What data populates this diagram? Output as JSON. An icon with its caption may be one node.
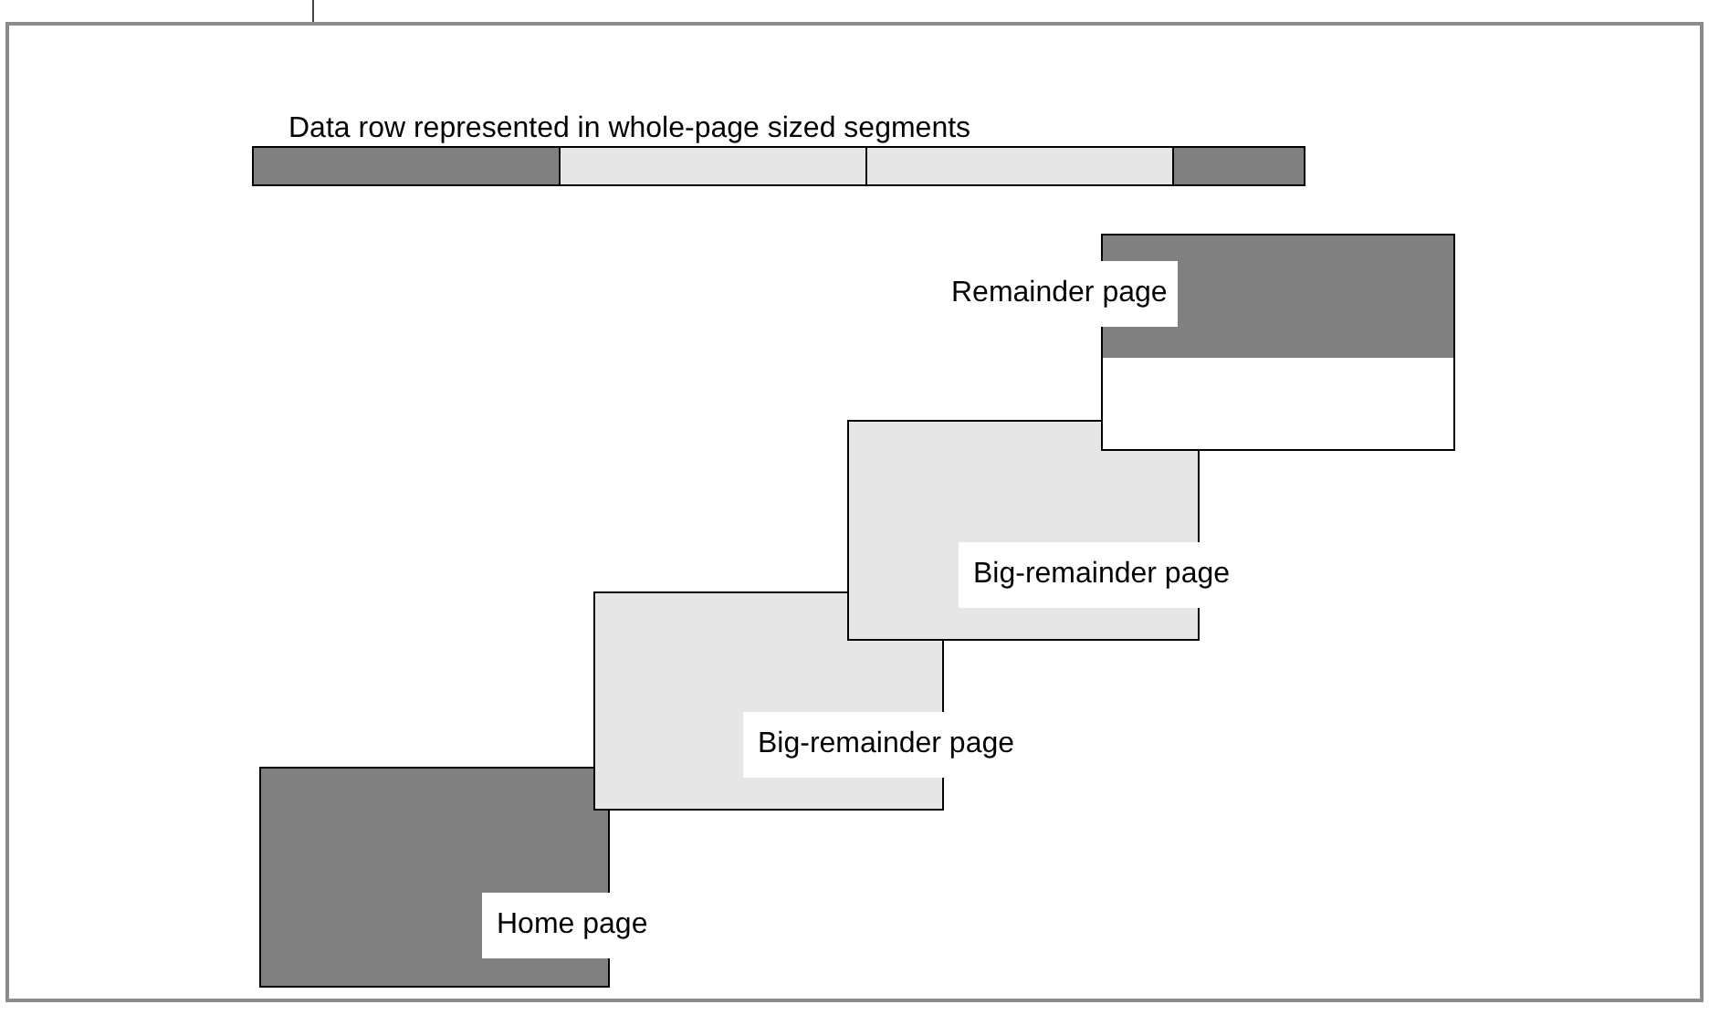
{
  "diagram": {
    "title": "Data row represented in whole-page sized segments",
    "nodes": [
      {
        "text": [],
        "shape": "bar"
      },
      {
        "text": [],
        "shape": "bar"
      },
      {
        "text": [],
        "shape": "bar"
      },
      {
        "text": [],
        "shape": "bar"
      },
      {
        "text": [
          "Remainder page"
        ]
      },
      {
        "text": [
          "Big-remainder page"
        ]
      },
      {
        "text": [
          "Big-remainder page"
        ]
      },
      {
        "text": [
          "Home page"
        ]
      }
    ]
  }
}
